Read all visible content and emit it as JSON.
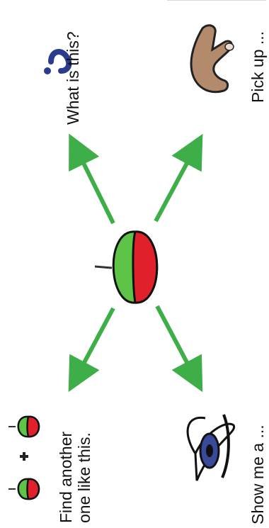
{
  "labels": {
    "what": "What is this?",
    "pick": "Pick up ...",
    "find_line1": "Find another",
    "find_line2": "one like this.",
    "show": "Show me a ..."
  },
  "icons": {
    "question": "question-mark-icon",
    "hand": "hand-pick-up-icon",
    "eye": "eye-icon",
    "plus": "plus-icon",
    "apple": "apple-icon"
  },
  "colors": {
    "arrow": "#3eae48",
    "apple_red": "#e0202a",
    "apple_green": "#5ec447",
    "question_blue": "#2a3c8e",
    "hand_skin": "#b38a6b",
    "eye_blue": "#3a4a9a"
  }
}
